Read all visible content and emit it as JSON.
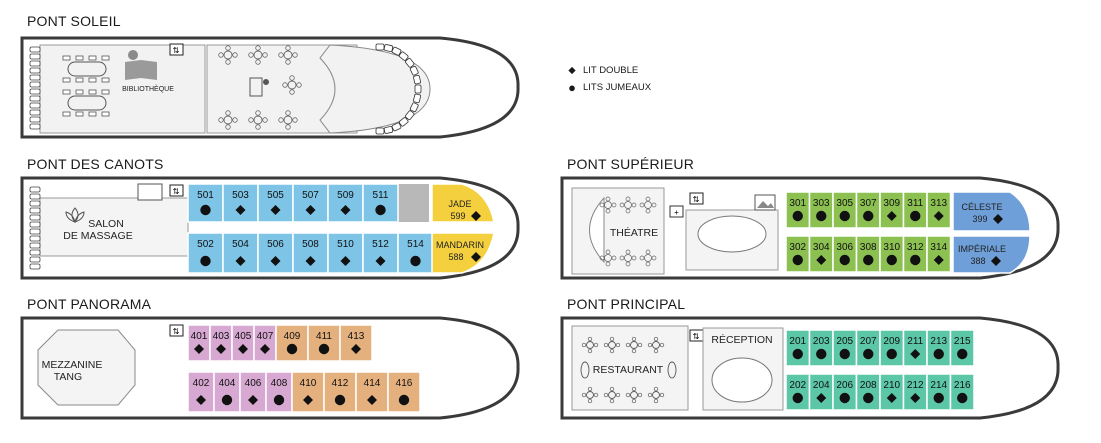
{
  "decks": {
    "soleil": {
      "title": "PONT SOLEIL",
      "library": "BIBLIOTHÈQUE"
    },
    "canots": {
      "title": "PONT DES CANOTS",
      "spa_line1": "SALON",
      "spa_line2": "DE MASSAGE"
    },
    "superieur": {
      "title": "PONT SUPÉRIEUR",
      "theatre": "THÉATRE"
    },
    "panorama": {
      "title": "PONT PANORAMA",
      "lounge_line1": "MEZZANINE",
      "lounge_line2": "TANG"
    },
    "principal": {
      "title": "PONT PRINCIPAL",
      "reception": "RÉCEPTION",
      "restaurant": "RESTAURANT"
    }
  },
  "legend": {
    "double": "LIT DOUBLE",
    "twin": "LITS JUMEAUX"
  },
  "colors": {
    "blue": "#7ec4e6",
    "yellow": "#f4d03f",
    "grey": "#b8b8b8",
    "pink": "#d7a8d2",
    "orange": "#e3b07e",
    "green": "#8cc152",
    "teal": "#5cc7a6",
    "suite_blue": "#6f9fd8",
    "hull": "#3a3a3a"
  },
  "cabins": {
    "canots_top": [
      {
        "num": "501",
        "bed": "twin"
      },
      {
        "num": "503",
        "bed": "double"
      },
      {
        "num": "505",
        "bed": "double"
      },
      {
        "num": "507",
        "bed": "double"
      },
      {
        "num": "509",
        "bed": "double"
      },
      {
        "num": "511",
        "bed": "twin"
      }
    ],
    "canots_bottom": [
      {
        "num": "502",
        "bed": "twin"
      },
      {
        "num": "504",
        "bed": "double"
      },
      {
        "num": "506",
        "bed": "double"
      },
      {
        "num": "508",
        "bed": "double"
      },
      {
        "num": "510",
        "bed": "double"
      },
      {
        "num": "512",
        "bed": "double"
      },
      {
        "num": "514",
        "bed": "twin"
      }
    ],
    "canots_suites": [
      {
        "name": "JADE",
        "num": "599",
        "bed": "double"
      },
      {
        "name": "MANDARIN",
        "num": "588",
        "bed": "double"
      }
    ],
    "panorama_top": [
      {
        "num": "401",
        "bed": "double",
        "color": "pink"
      },
      {
        "num": "403",
        "bed": "double",
        "color": "pink"
      },
      {
        "num": "405",
        "bed": "double",
        "color": "pink"
      },
      {
        "num": "407",
        "bed": "double",
        "color": "pink"
      },
      {
        "num": "409",
        "bed": "twin",
        "color": "orange"
      },
      {
        "num": "411",
        "bed": "twin",
        "color": "orange"
      },
      {
        "num": "413",
        "bed": "double",
        "color": "orange"
      }
    ],
    "panorama_bottom": [
      {
        "num": "402",
        "bed": "double",
        "color": "pink"
      },
      {
        "num": "404",
        "bed": "twin",
        "color": "pink"
      },
      {
        "num": "406",
        "bed": "double",
        "color": "pink"
      },
      {
        "num": "408",
        "bed": "twin",
        "color": "pink"
      },
      {
        "num": "410",
        "bed": "double",
        "color": "orange"
      },
      {
        "num": "412",
        "bed": "twin",
        "color": "orange"
      },
      {
        "num": "414",
        "bed": "double",
        "color": "orange"
      },
      {
        "num": "416",
        "bed": "twin",
        "color": "orange"
      }
    ],
    "superieur_top": [
      {
        "num": "301",
        "bed": "twin"
      },
      {
        "num": "303",
        "bed": "twin"
      },
      {
        "num": "305",
        "bed": "twin"
      },
      {
        "num": "307",
        "bed": "twin"
      },
      {
        "num": "309",
        "bed": "double"
      },
      {
        "num": "311",
        "bed": "twin"
      },
      {
        "num": "313",
        "bed": "double"
      }
    ],
    "superieur_bottom": [
      {
        "num": "302",
        "bed": "twin"
      },
      {
        "num": "304",
        "bed": "double"
      },
      {
        "num": "306",
        "bed": "twin"
      },
      {
        "num": "308",
        "bed": "twin"
      },
      {
        "num": "310",
        "bed": "twin"
      },
      {
        "num": "312",
        "bed": "twin"
      },
      {
        "num": "314",
        "bed": "double"
      }
    ],
    "superieur_suites": [
      {
        "name": "CÉLESTE",
        "num": "399",
        "bed": "double"
      },
      {
        "name": "IMPÉRIALE",
        "num": "388",
        "bed": "double"
      }
    ],
    "principal_top": [
      {
        "num": "201",
        "bed": "twin"
      },
      {
        "num": "203",
        "bed": "twin"
      },
      {
        "num": "205",
        "bed": "twin"
      },
      {
        "num": "207",
        "bed": "twin"
      },
      {
        "num": "209",
        "bed": "twin"
      },
      {
        "num": "211",
        "bed": "double"
      },
      {
        "num": "213",
        "bed": "twin"
      },
      {
        "num": "215",
        "bed": "twin"
      }
    ],
    "principal_bottom": [
      {
        "num": "202",
        "bed": "twin"
      },
      {
        "num": "204",
        "bed": "double"
      },
      {
        "num": "206",
        "bed": "twin"
      },
      {
        "num": "208",
        "bed": "twin"
      },
      {
        "num": "210",
        "bed": "double"
      },
      {
        "num": "212",
        "bed": "double"
      },
      {
        "num": "214",
        "bed": "twin"
      },
      {
        "num": "216",
        "bed": "twin"
      }
    ]
  }
}
